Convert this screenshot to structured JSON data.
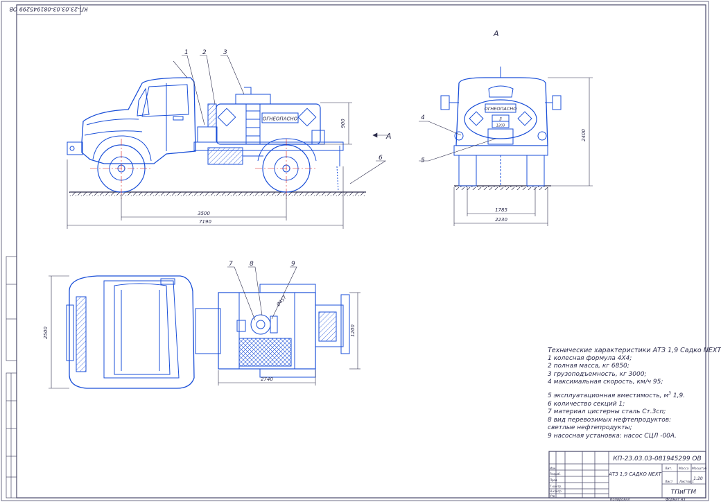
{
  "corner_stamp": "КП-23.03.03-081945299 ОВ",
  "view_label": "A",
  "section_mark": "A",
  "leaders": [
    "1",
    "2",
    "3",
    "4",
    "5",
    "6",
    "7",
    "8",
    "9"
  ],
  "tank_text_side": "ОГНЕОПАСНО",
  "tank_text_rear": "ОГНЕОПАСНО",
  "hazard_code_top": "3",
  "hazard_code_bottom": "1203",
  "dims": {
    "tank_height": "900",
    "wheelbase": "3500",
    "overall_length": "7190",
    "overall_height": "2400",
    "rear_track": "1785",
    "overall_width": "2230",
    "plan_width": "2500",
    "tank_length": "2740",
    "tank_width": "1200",
    "hatch": "Ø457"
  },
  "specs": {
    "title": "Технические характеристики АТЗ 1,9 Садко NEXT",
    "lines": [
      "1 колесная формула 4Х4;",
      "2 полная масса, кг 6850;",
      "3 грузоподъемность, кг 3000;",
      "4 максимальная скорость, км/ч 95;",
      "5 эксплуатационная вместимость, м",
      "6 количество секций 1;",
      "7 материал цистерны сталь Ст.3сп;",
      "8 вид перевозимых нефтепродуктов:",
      "светлые нефтепродукты;",
      "9 насосная установка: насос СЦЛ -00А."
    ],
    "volume_exp": "3",
    "volume_val": " 1,9."
  },
  "titleblock": {
    "doc_code": "КП-23.03.03-081945299 ОВ",
    "name": "АТЗ 1,9 САДКО NEXT",
    "scale": "1:20",
    "org": "ТПиГТМ",
    "col_lit": "Лит.",
    "col_mass": "Масса",
    "col_scale": "Масштаб",
    "sheet": "Лист",
    "sheets": "Листов 1",
    "copied": "Копировал",
    "format": "Формат А3",
    "rows": [
      "Изм.",
      "Разраб.",
      "Пров.",
      "Т.контр.",
      "Н.контр.",
      "Утв."
    ]
  },
  "colors": {
    "line": "#1a4fd8",
    "text": "#2a2a4a",
    "frame": "#4a4a6a"
  }
}
